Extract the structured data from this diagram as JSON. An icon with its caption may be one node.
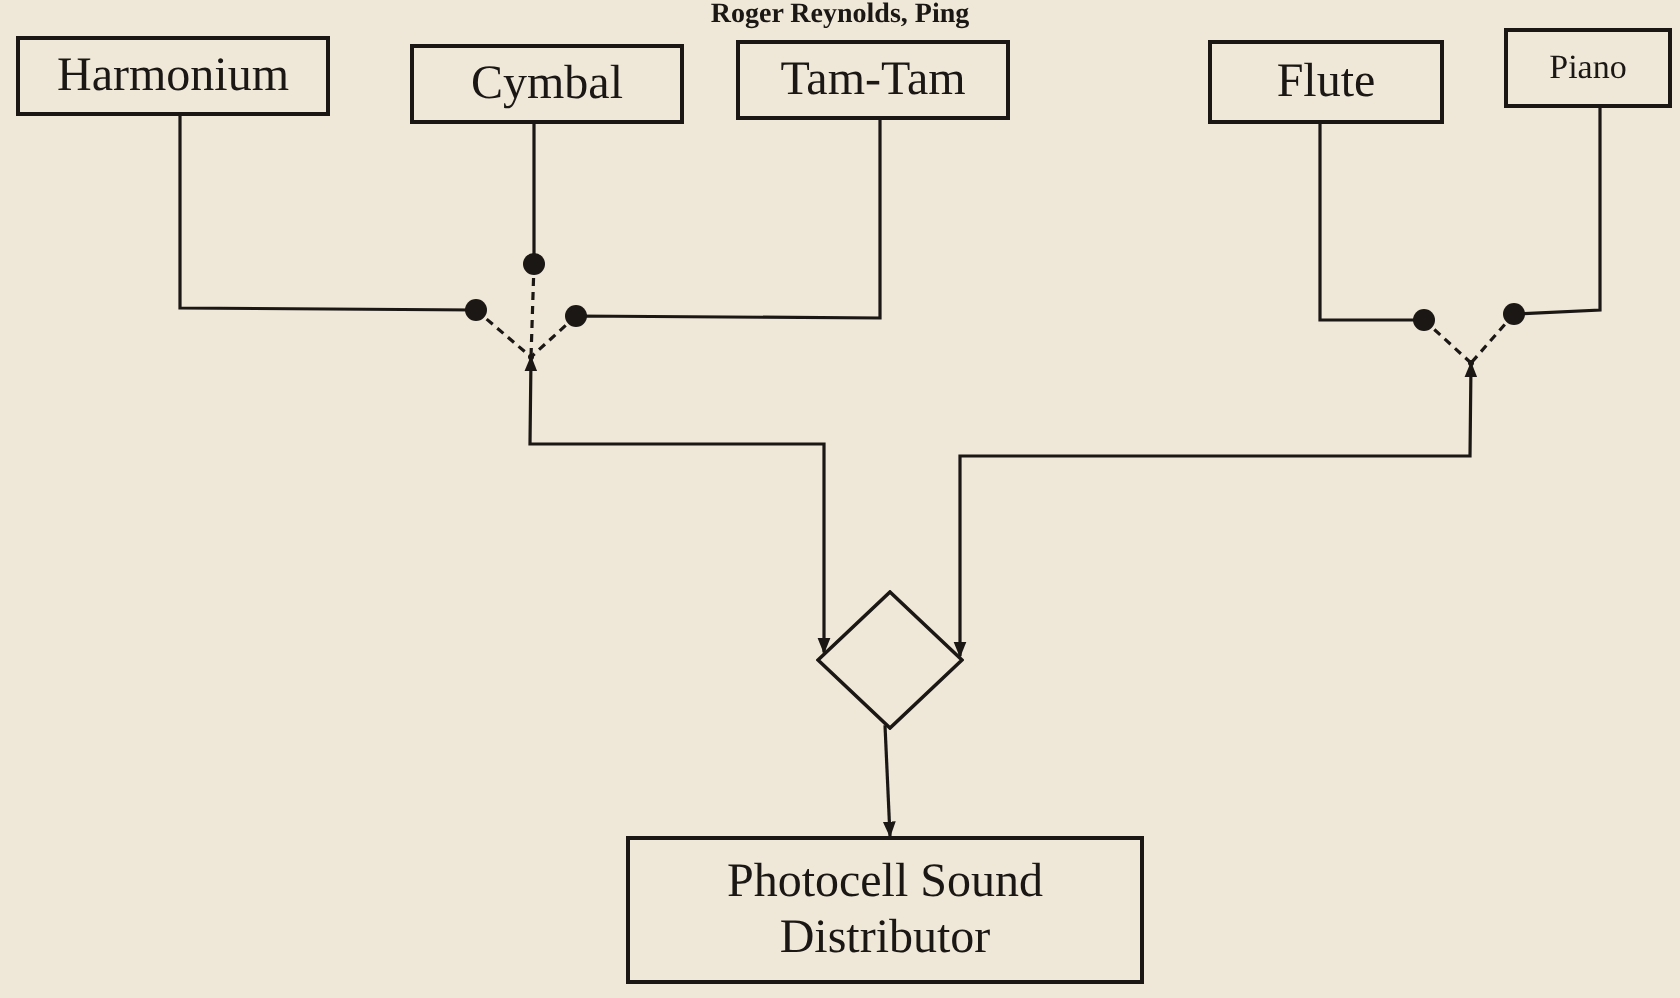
{
  "diagram": {
    "title": "Roger Reynolds, Ping",
    "nodes": [
      {
        "text": [
          "Harmonium"
        ]
      },
      {
        "text": [
          "Cymbal"
        ]
      },
      {
        "text": [
          "Tam-Tam"
        ]
      },
      {
        "text": [
          "Flute"
        ]
      },
      {
        "text": [
          "Piano"
        ]
      },
      {
        "text": [],
        "shape": "point"
      },
      {
        "text": [],
        "shape": "point"
      },
      {
        "text": [],
        "shape": "diamond"
      },
      {
        "text": [
          "Photocell Sound Distributor"
        ]
      }
    ],
    "edges": [
      {
        "from": 0,
        "to": 5,
        "arrow": "none",
        "style": "dashed"
      },
      {
        "from": 1,
        "to": 5,
        "arrow": "none",
        "style": "dashed"
      },
      {
        "from": 2,
        "to": 5,
        "arrow": "none",
        "style": "dashed"
      },
      {
        "from": 3,
        "to": 6,
        "arrow": "none",
        "style": "dashed"
      },
      {
        "from": 4,
        "to": 6,
        "arrow": "none",
        "style": "dashed"
      },
      {
        "from": 5,
        "to": 7,
        "arrow": "both"
      },
      {
        "from": 6,
        "to": 7,
        "arrow": "both"
      },
      {
        "from": 7,
        "to": 8,
        "arrow": "to"
      }
    ]
  }
}
